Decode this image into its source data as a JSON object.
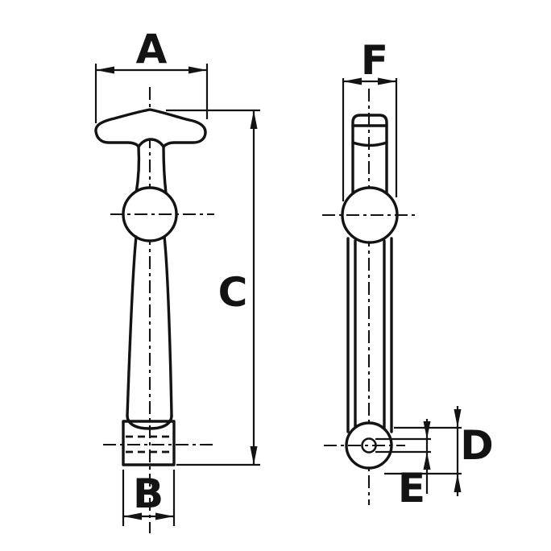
{
  "drawing": {
    "background_color": "#ffffff",
    "line_color": "#131313",
    "dimension_labels": {
      "a": "A",
      "b": "B",
      "c": "C",
      "d": "D",
      "e": "E",
      "f": "F"
    }
  }
}
